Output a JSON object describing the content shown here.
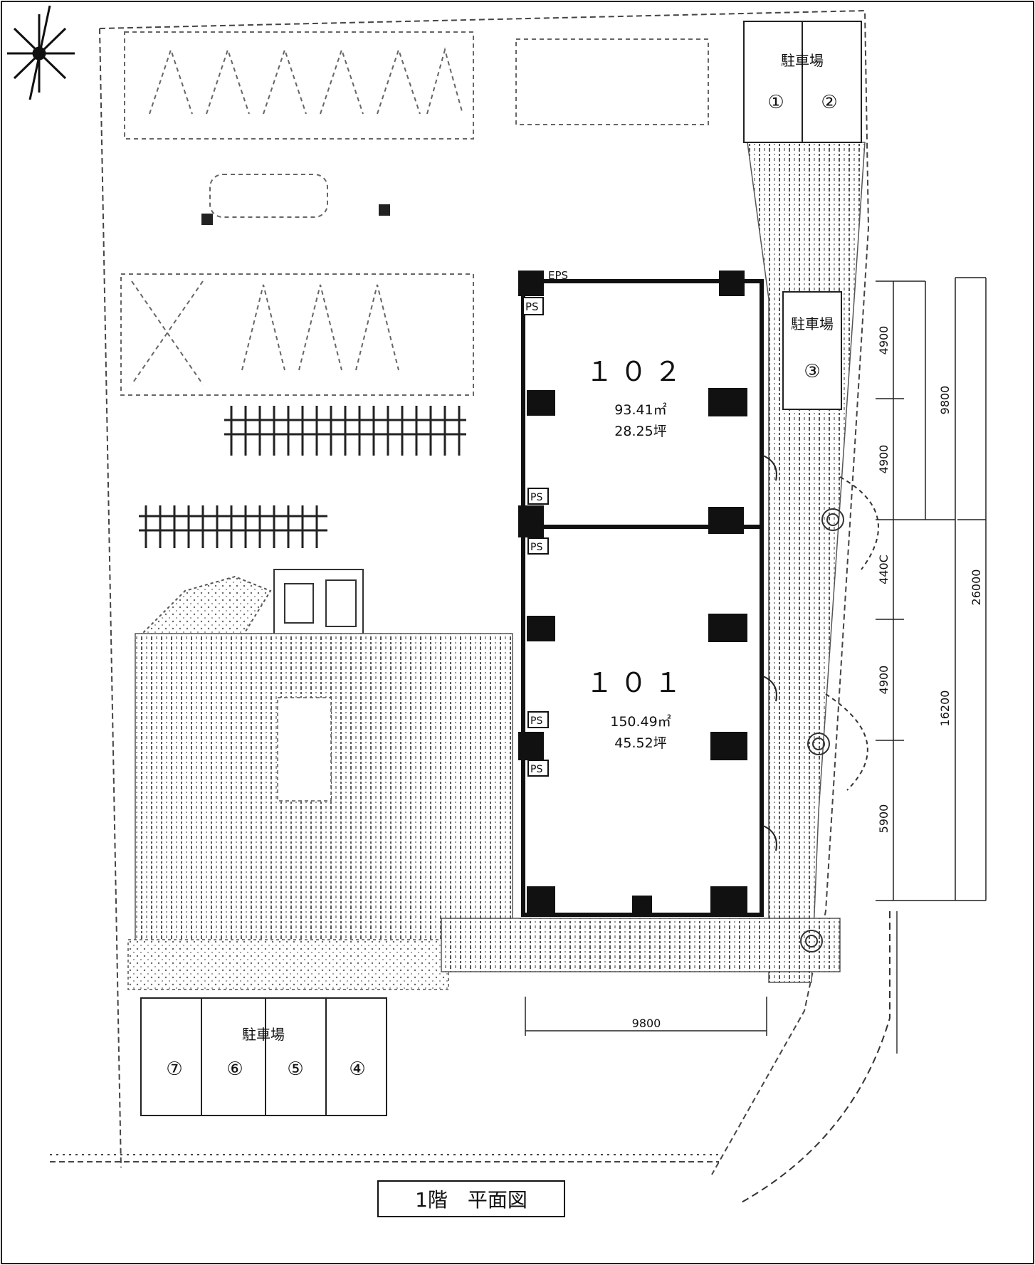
{
  "title": "1階　平面図",
  "units": [
    {
      "id": "102",
      "label": "１０２",
      "area_m2": "93.41㎡",
      "area_tsubo": "28.25坪"
    },
    {
      "id": "101",
      "label": "１０１",
      "area_m2": "150.49㎡",
      "area_tsubo": "45.52坪"
    }
  ],
  "ps_label": "PS",
  "eps_label": "EPS",
  "parking": {
    "label": "駐車場",
    "top_right": [
      "①",
      "②"
    ],
    "right_mid": [
      "③"
    ],
    "bottom_left": [
      "⑦",
      "⑥",
      "⑤",
      "④"
    ]
  },
  "dimensions": {
    "right_segments": [
      "4900",
      "4900",
      "440C",
      "4900",
      "5900"
    ],
    "right_groups": [
      "9800",
      "16200"
    ],
    "right_total": "26000",
    "bottom_width": "9800"
  }
}
